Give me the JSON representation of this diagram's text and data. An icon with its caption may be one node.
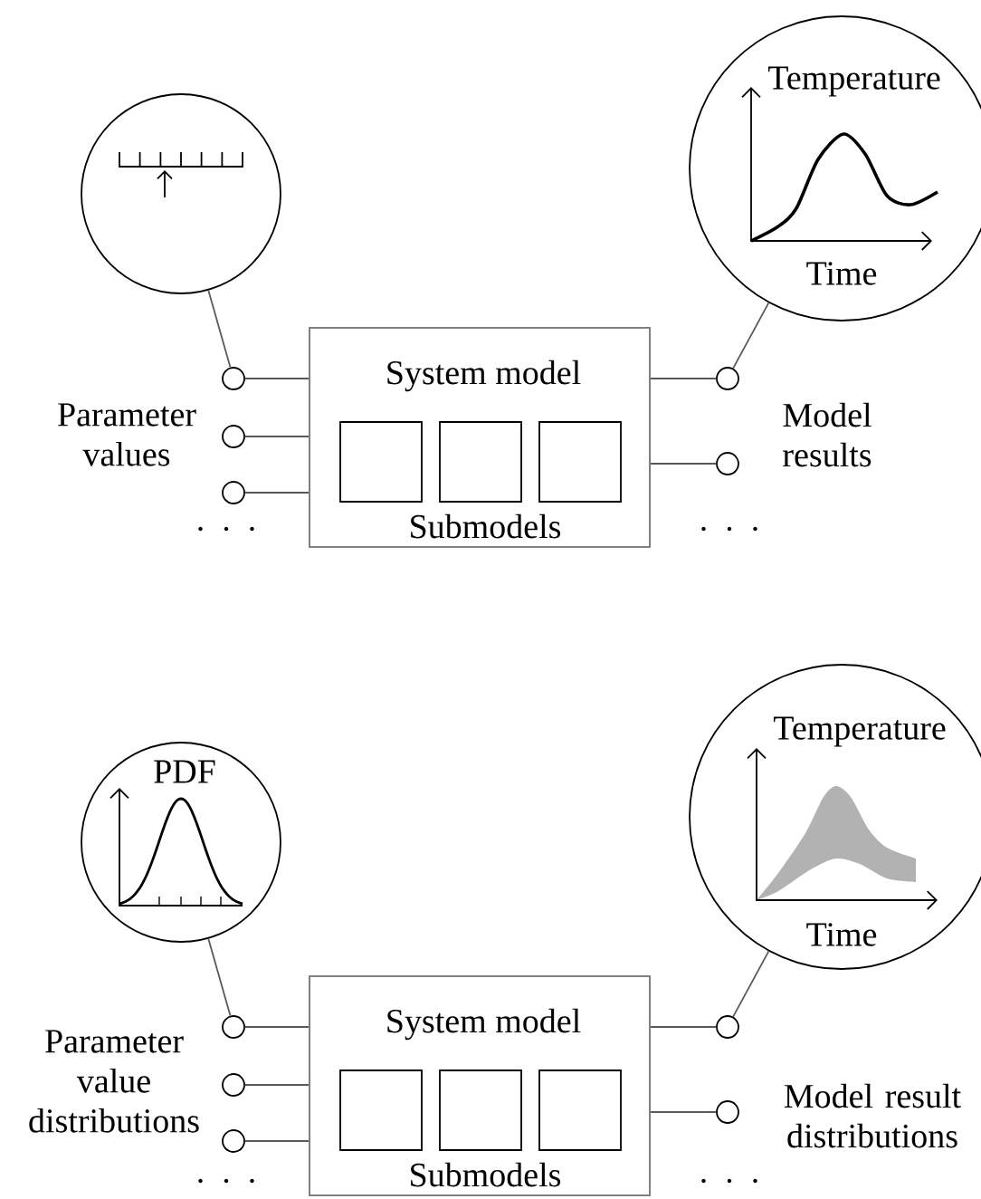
{
  "diagram": {
    "nodes": [
      {
        "text": [],
        "shape": "circle"
      },
      {
        "text": [
          "Temperature",
          "Time"
        ]
      },
      {
        "text": [
          "System model",
          "Submodels"
        ]
      },
      {
        "text": [],
        "shape": "box",
        "in": 2
      },
      {
        "text": [],
        "shape": "box",
        "in": 2
      },
      {
        "text": [],
        "shape": "box",
        "in": 2
      },
      {
        "text": [],
        "shape": "circle"
      },
      {
        "text": [],
        "shape": "circle"
      },
      {
        "text": [],
        "shape": "circle"
      },
      {
        "text": [],
        "shape": "circle"
      },
      {
        "text": [],
        "shape": "circle"
      },
      {
        "text": [
          "PDF"
        ]
      },
      {
        "text": [
          "Temperature",
          "Time"
        ]
      },
      {
        "text": [
          "System model",
          "Submodels"
        ]
      },
      {
        "text": [],
        "shape": "box",
        "in": 13
      },
      {
        "text": [],
        "shape": "box",
        "in": 13
      },
      {
        "text": [],
        "shape": "box",
        "in": 13
      },
      {
        "text": [],
        "shape": "circle"
      },
      {
        "text": [],
        "shape": "circle"
      },
      {
        "text": [],
        "shape": "circle"
      },
      {
        "text": [],
        "shape": "circle"
      },
      {
        "text": [],
        "shape": "circle"
      }
    ],
    "edges": [
      {
        "from": 0,
        "to": 6,
        "arrow": "none"
      },
      {
        "from": 1,
        "to": 9,
        "arrow": "none"
      },
      {
        "from": 6,
        "to": 2,
        "arrow": "none"
      },
      {
        "from": 7,
        "to": 2,
        "arrow": "none"
      },
      {
        "from": 8,
        "to": 2,
        "arrow": "none"
      },
      {
        "from": 2,
        "to": 9,
        "arrow": "none"
      },
      {
        "from": 2,
        "to": 10,
        "arrow": "none"
      },
      {
        "from": 11,
        "to": 17,
        "arrow": "none"
      },
      {
        "from": 12,
        "to": 20,
        "arrow": "none"
      },
      {
        "from": 17,
        "to": 13,
        "arrow": "none"
      },
      {
        "from": 18,
        "to": 13,
        "arrow": "none"
      },
      {
        "from": 19,
        "to": 13,
        "arrow": "none"
      },
      {
        "from": 13,
        "to": 20,
        "arrow": "none"
      },
      {
        "from": 13,
        "to": 21,
        "arrow": "none"
      }
    ],
    "labels": [
      "Parameter values",
      "Model results",
      ". . .",
      ". . .",
      "Parameter value distributions",
      "Model result distributions",
      ". . .",
      ". . ."
    ]
  }
}
